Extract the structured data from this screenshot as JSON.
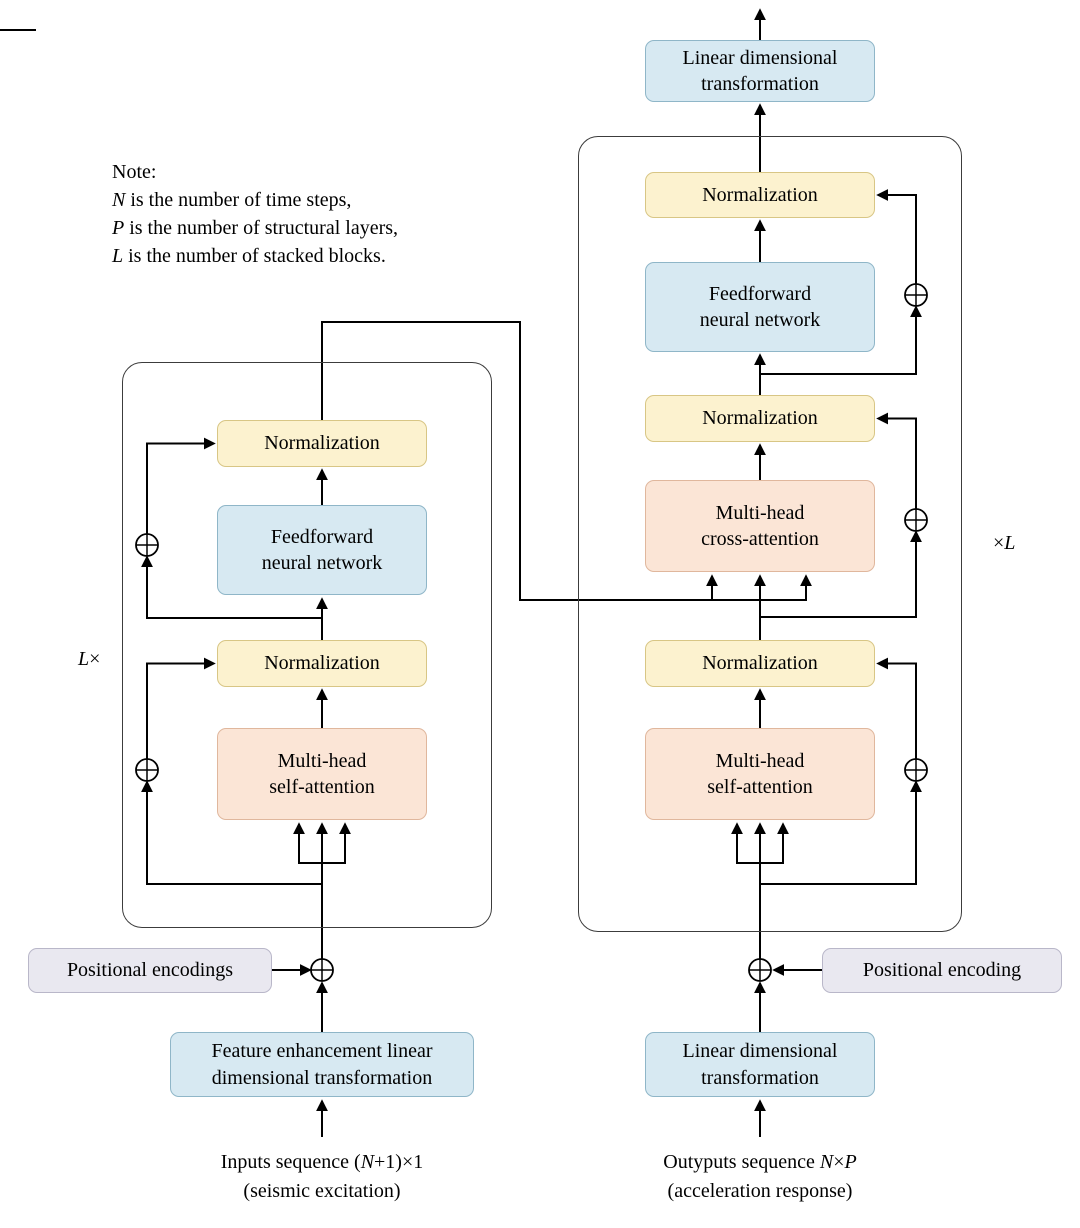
{
  "note": {
    "title": "Note:",
    "lines": [
      {
        "var": "N",
        "rest": " is the number of time steps,"
      },
      {
        "var": "P",
        "rest": " is the number of structural layers,"
      },
      {
        "var": "L",
        "rest": " is the number of stacked blocks."
      }
    ]
  },
  "encoder": {
    "stack_label": {
      "var": "L",
      "sym": "×"
    },
    "boxes": {
      "feature": {
        "line1": "Feature enhancement linear",
        "line2": "dimensional transformation"
      },
      "positional": {
        "line1": "Positional encodings"
      },
      "self_attention": {
        "line1": "Multi-head",
        "line2": "self-attention"
      },
      "norm_low": {
        "line1": "Normalization"
      },
      "ffn": {
        "line1": "Feedforward",
        "line2": "neural network"
      },
      "norm_top": {
        "line1": "Normalization"
      }
    },
    "caption": {
      "pre": "Inputs sequence (",
      "var": "N",
      "post": "+1)×1",
      "line2": "(seismic excitation)"
    }
  },
  "decoder": {
    "stack_label": {
      "sym": "×",
      "var": "L"
    },
    "boxes": {
      "output_linear": {
        "line1": "Linear dimensional",
        "line2": "transformation"
      },
      "positional": {
        "line1": "Positional encoding"
      },
      "self_attention": {
        "line1": "Multi-head",
        "line2": "self-attention"
      },
      "norm_low": {
        "line1": "Normalization"
      },
      "cross_attention": {
        "line1": "Multi-head",
        "line2": "cross-attention"
      },
      "norm_mid": {
        "line1": "Normalization"
      },
      "ffn": {
        "line1": "Feedforward",
        "line2": "neural network"
      },
      "norm_top": {
        "line1": "Normalization"
      },
      "top_linear": {
        "line1": "Linear dimensional",
        "line2": "transformation"
      }
    },
    "caption": {
      "pre": "Outyputs sequence ",
      "var1": "N",
      "times": "×",
      "var2": "P",
      "line2": "(acceleration response)"
    }
  },
  "colors": {
    "box_blue": "#d7e9f2",
    "box_yellow": "#fcf2cf",
    "box_peach": "#fbe5d6",
    "box_gray": "#e9e8f0",
    "line": "#000000"
  }
}
